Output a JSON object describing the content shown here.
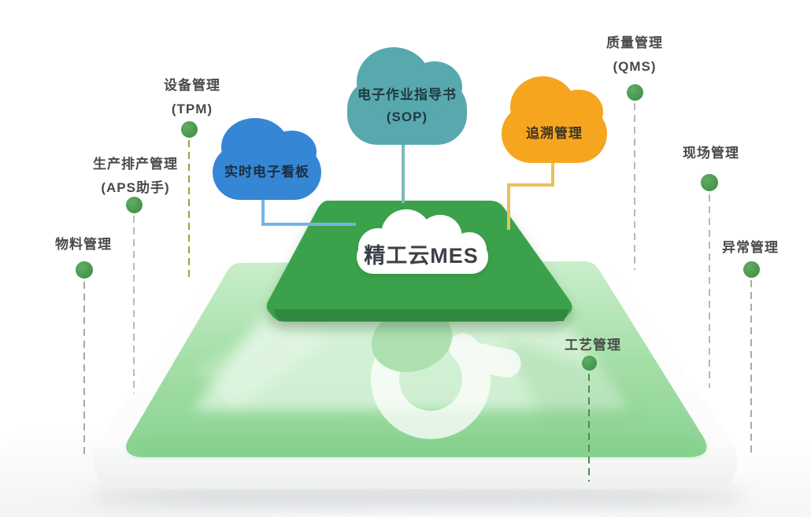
{
  "diagram": {
    "platform_label": "精工云MES",
    "clouds": [
      {
        "id": "realtime-kanban",
        "label": "实时电子看板",
        "color": "#3686d6"
      },
      {
        "id": "sop",
        "label": "电子作业指导书",
        "sub": "(SOP)",
        "color": "#57a9ae"
      },
      {
        "id": "traceability",
        "label": "追溯管理",
        "color": "#f6a51f"
      }
    ],
    "modules": [
      {
        "id": "equipment",
        "label": "设备管理",
        "sub": "(TPM)"
      },
      {
        "id": "scheduling",
        "label": "生产排产管理",
        "sub": "(APS助手)"
      },
      {
        "id": "materials",
        "label": "物料管理"
      },
      {
        "id": "quality",
        "label": "质量管理",
        "sub": "(QMS)"
      },
      {
        "id": "onsite",
        "label": "现场管理"
      },
      {
        "id": "abnormal",
        "label": "异常管理"
      },
      {
        "id": "process",
        "label": "工艺管理"
      }
    ],
    "colors": {
      "platform_green": "#3aa24b",
      "platform_rim_green": "#2d8a3d",
      "base_surface_green": "#a5dfa8",
      "cloud_blue": "#3686d6",
      "cloud_teal": "#57a9ae",
      "cloud_orange": "#f6a51f",
      "connector_blue": "#73b5e6",
      "connector_teal": "#7ab9bd",
      "connector_yellow": "#eac158",
      "dot_green": "#4c9a51",
      "label_text": "#4a4a4a"
    }
  }
}
